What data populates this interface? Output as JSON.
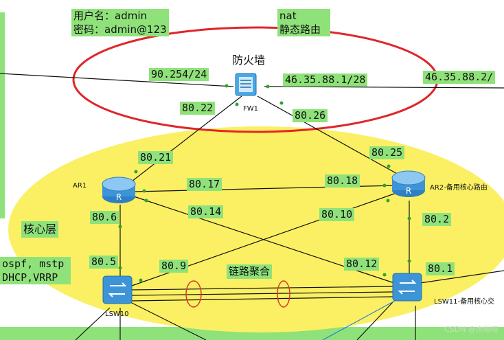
{
  "credentials": {
    "line1": "用户名：admin",
    "line2": "密码：admin@123"
  },
  "fw_features": {
    "line1": "nat",
    "line2": "静态路由"
  },
  "firewall_title": "防火墙",
  "core_layer": "核心层",
  "core_protocols": {
    "line1": "ospf, mstp",
    "line2": "DHCP,VRRP"
  },
  "link_aggregation": "链路聚合",
  "devices": {
    "fw1": "FW1",
    "ar1": "AR1",
    "ar2": "AR2-备用核心路由",
    "lsw10": "LSW10",
    "lsw11": "LSW11-备用核心交"
  },
  "ip_labels": {
    "fw_left": "90.254/24",
    "fw_right": "46.35.88.1/28",
    "isp": "46.35.88.2/",
    "fw_ar1": "80.22",
    "fw_ar2": "80.26",
    "ar1_up": "80.21",
    "ar2_up": "80.25",
    "ar1_ar2": "80.17",
    "ar2_ar1": "80.18",
    "ar1_lsw11": "80.14",
    "ar2_lsw10": "80.10",
    "ar1_lsw10": "80.6",
    "ar2_lsw11": "80.2",
    "lsw10_ar1": "80.5",
    "lsw10_ar2": "80.9",
    "lsw11_ar1": "80.12",
    "lsw11_ar2": "80.1"
  },
  "watermark": "CSDN @虎翔哇",
  "colors": {
    "label_bg": "#8fe27a",
    "security_zone": "#e0262a",
    "core_zone": "#fbf063",
    "link": "#111111",
    "device": "#3aa0e0"
  },
  "icons": [
    "firewall-icon",
    "router-icon",
    "switch-icon"
  ]
}
